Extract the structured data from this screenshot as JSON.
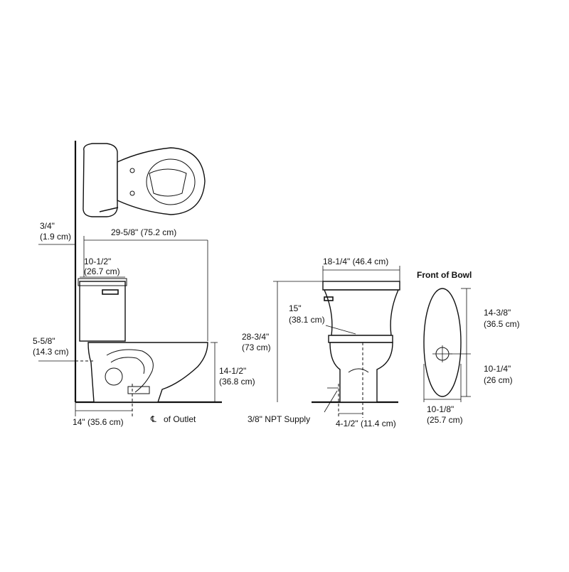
{
  "diagram": {
    "heading_front": "Front of Bowl",
    "dims": {
      "wall_gap": "3/4\"",
      "wall_gap_cm": "(1.9 cm)",
      "overall_length": "29-5/8\" (75.2 cm)",
      "tank_depth": "10-1/2\"",
      "tank_depth_cm": "(26.7 cm)",
      "supply_height": "5-5/8\"",
      "supply_height_cm": "(14.3 cm)",
      "rim_height": "14-1/2\"",
      "rim_height_cm": "(36.8 cm)",
      "rough_in": "14\" (35.6 cm)",
      "outlet_label": "of Outlet",
      "tank_width": "18-1/4\" (46.4 cm)",
      "tank_height_inner": "15\"",
      "tank_height_inner_cm": "(38.1 cm)",
      "overall_height": "28-3/4\"",
      "overall_height_cm": "(73 cm)",
      "supply_label": "3/8\" NPT Supply",
      "supply_offset": "4-1/2\" (11.4 cm)",
      "bowl_length": "14-3/8\"",
      "bowl_length_cm": "(36.5 cm)",
      "bowl_to_outlet": "10-1/4\"",
      "bowl_to_outlet_cm": "(26 cm)",
      "bowl_width": "10-1/8\"",
      "bowl_width_cm": "(25.7 cm)"
    }
  }
}
